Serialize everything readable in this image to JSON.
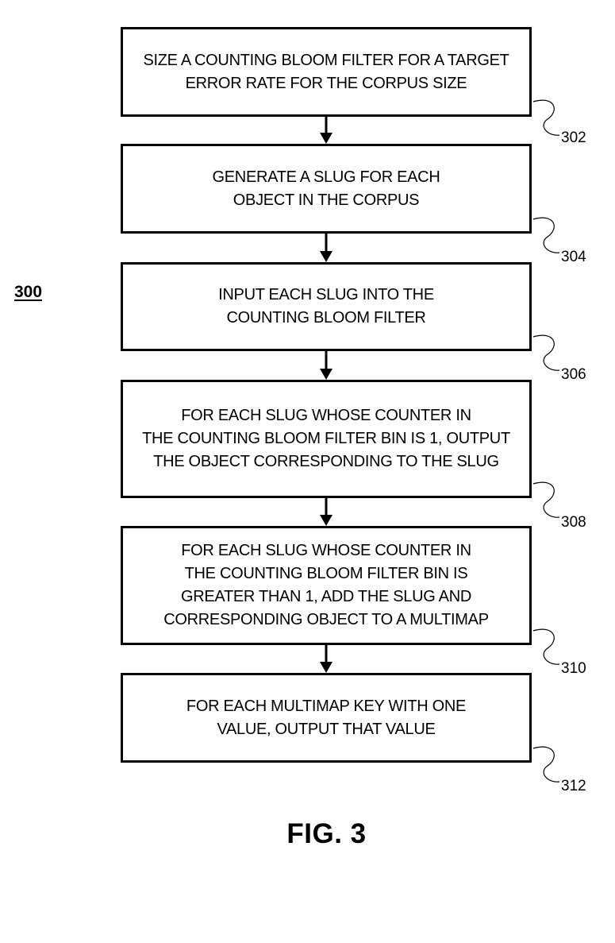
{
  "figure_number": "300",
  "steps": [
    {
      "ref": "302",
      "text": "SIZE A COUNTING BLOOM FILTER FOR A TARGET\nERROR RATE FOR THE CORPUS SIZE"
    },
    {
      "ref": "304",
      "text": "GENERATE A SLUG FOR EACH\nOBJECT IN THE CORPUS"
    },
    {
      "ref": "306",
      "text": "INPUT EACH SLUG INTO THE\nCOUNTING BLOOM FILTER"
    },
    {
      "ref": "308",
      "text": "FOR EACH SLUG WHOSE COUNTER IN\nTHE COUNTING BLOOM FILTER BIN IS 1, OUTPUT\nTHE OBJECT CORRESPONDING TO THE SLUG"
    },
    {
      "ref": "310",
      "text": "FOR EACH SLUG WHOSE COUNTER IN\nTHE COUNTING BLOOM FILTER BIN IS\nGREATER THAN 1, ADD THE SLUG AND\nCORRESPONDING OBJECT TO A MULTIMAP"
    },
    {
      "ref": "312",
      "text": "FOR EACH MULTIMAP KEY WITH ONE\nVALUE, OUTPUT THAT VALUE"
    }
  ],
  "caption": "FIG. 3"
}
